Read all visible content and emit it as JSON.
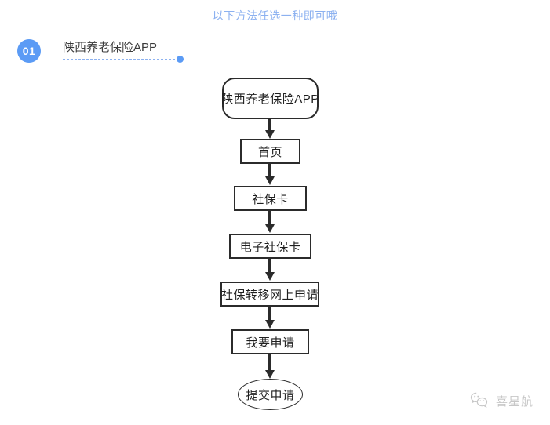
{
  "header": {
    "note": "以下方法任选一种即可哦",
    "note_color": "#8cb1f0"
  },
  "step": {
    "badge": "01",
    "badge_color": "#5b9bf5",
    "title": "陕西养老保险APP",
    "title_color": "#3a3a3a",
    "underline_color": "#8cb1f0"
  },
  "flowchart": {
    "type": "flowchart",
    "orientation": "vertical",
    "stroke_color": "#2b2b2b",
    "fill_color": "#ffffff",
    "nodes": [
      {
        "id": "n1",
        "label": "陕西养老保险APP",
        "shape": "stadium"
      },
      {
        "id": "n2",
        "label": "首页",
        "shape": "rect"
      },
      {
        "id": "n3",
        "label": "社保卡",
        "shape": "rect"
      },
      {
        "id": "n4",
        "label": "电子社保卡",
        "shape": "rect"
      },
      {
        "id": "n5",
        "label": "社保转移网上申请",
        "shape": "rect"
      },
      {
        "id": "n6",
        "label": "我要申请",
        "shape": "rect"
      },
      {
        "id": "n7",
        "label": "提交申请",
        "shape": "ellipse"
      }
    ],
    "edges": [
      {
        "from": "n1",
        "to": "n2"
      },
      {
        "from": "n2",
        "to": "n3"
      },
      {
        "from": "n3",
        "to": "n4"
      },
      {
        "from": "n4",
        "to": "n5"
      },
      {
        "from": "n5",
        "to": "n6"
      },
      {
        "from": "n6",
        "to": "n7"
      }
    ]
  },
  "watermark": {
    "text": "喜星航",
    "icon": "wechat-logo-icon",
    "color": "#9a9a9a"
  }
}
